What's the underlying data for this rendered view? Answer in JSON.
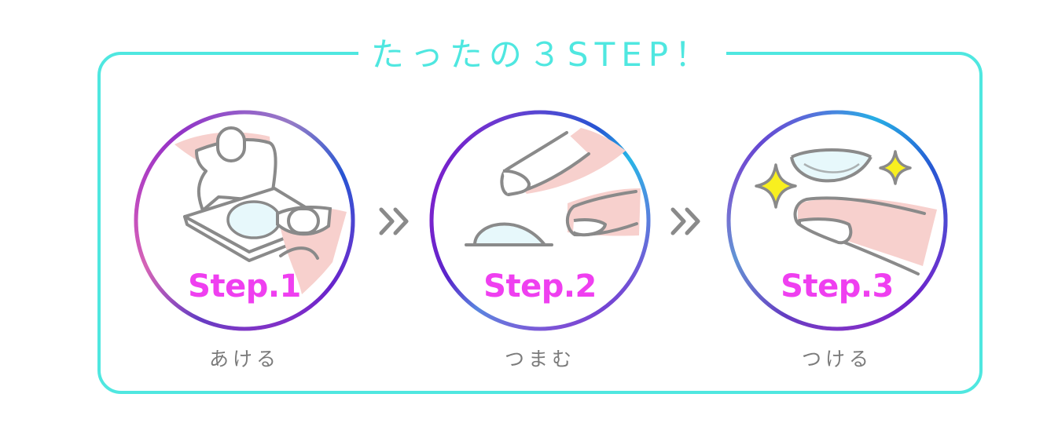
{
  "header": {
    "title": "たったの３STEP！"
  },
  "colors": {
    "frame": "#4fe7e0",
    "step_text": "#ef3ff0",
    "caption_text": "#7b7b7b",
    "ring_magenta": "#e61fd0",
    "ring_pink": "#f06eb3",
    "ring_blue": "#2626c9",
    "ring_cyan": "#27c7ea",
    "skin": "#f7d0cd",
    "lens": "#e7f8fb",
    "sparkle": "#f8ef1f",
    "line": "#8a8a8a"
  },
  "steps": [
    {
      "label": "Step.1",
      "caption": "あける",
      "illustration": "open-lens-package"
    },
    {
      "label": "Step.2",
      "caption": "つまむ",
      "illustration": "pinch-lens"
    },
    {
      "label": "Step.3",
      "caption": "つける",
      "illustration": "put-on-lens"
    }
  ],
  "separators": [
    {
      "icon": "double-chevron-right-icon"
    },
    {
      "icon": "double-chevron-right-icon"
    }
  ]
}
